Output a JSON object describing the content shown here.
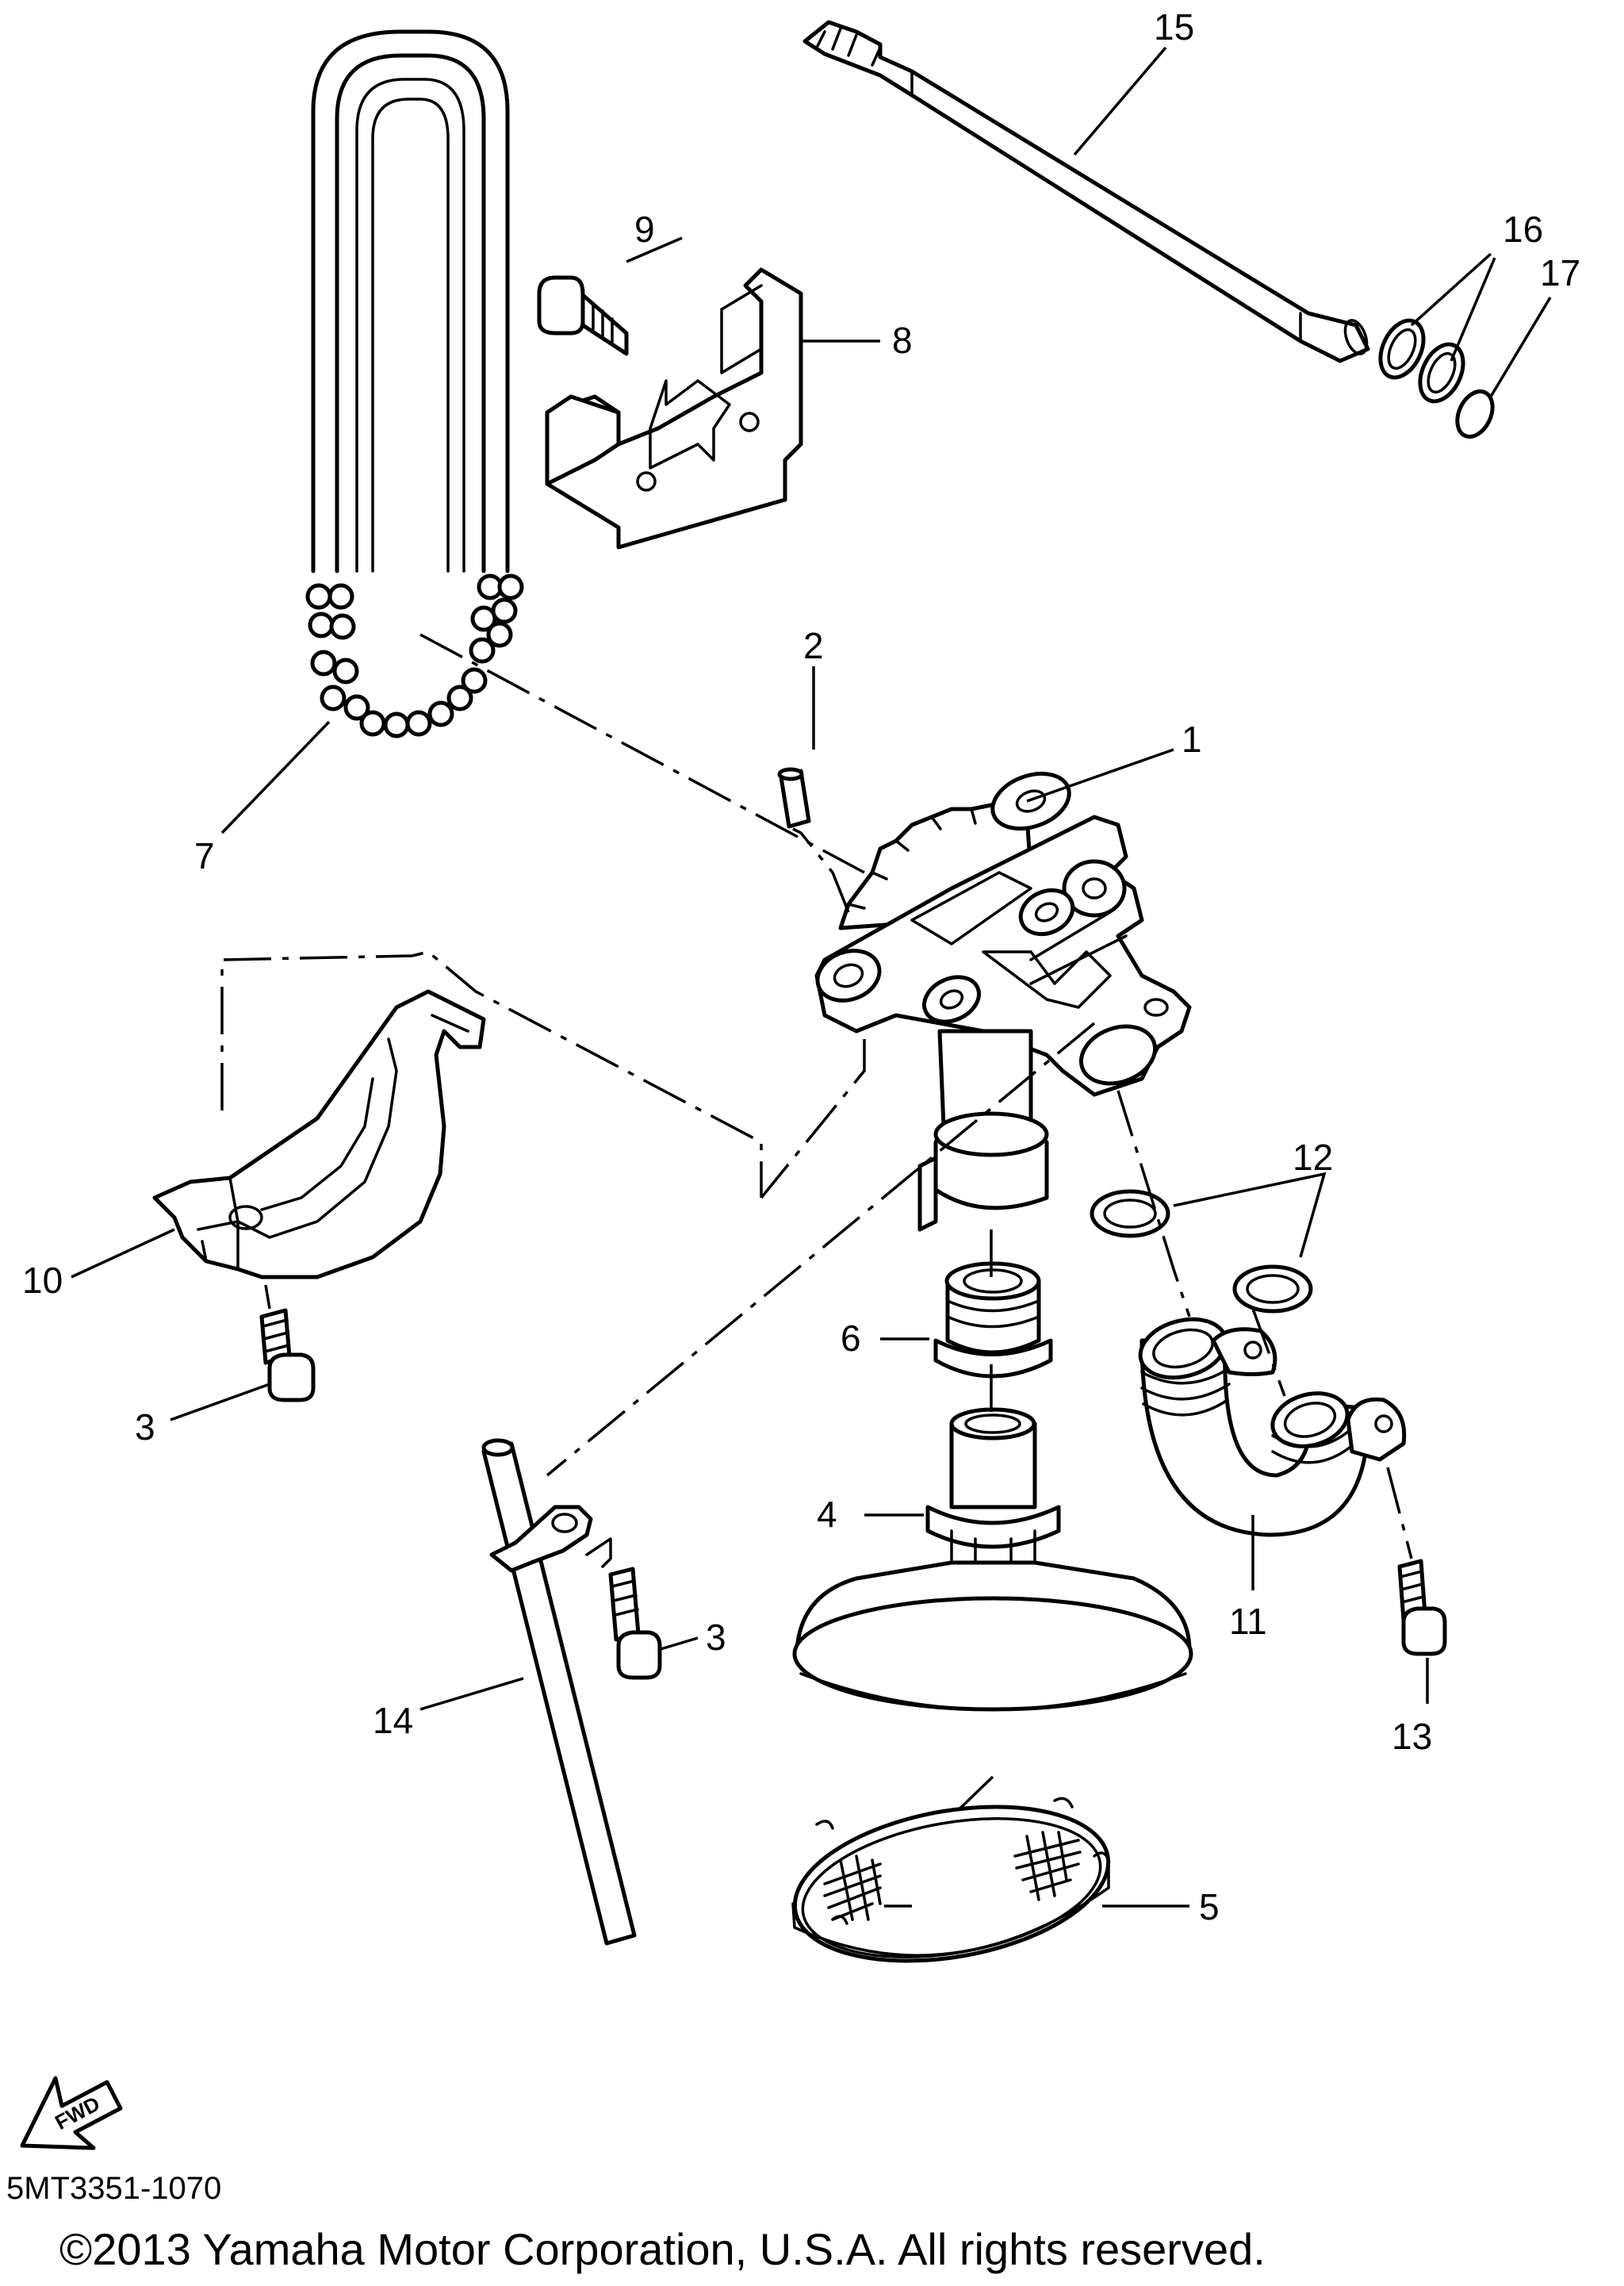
{
  "diagram": {
    "part_code": "5MT3351-1070",
    "copyright": "©2013 Yamaha Motor Corporation, U.S.A. All rights reserved.",
    "direction_label": "FWD",
    "callouts": {
      "c1": "1",
      "c2": "2",
      "c3a": "3",
      "c3b": "3",
      "c4": "4",
      "c5": "5",
      "c6": "6",
      "c7": "7",
      "c8": "8",
      "c9": "9",
      "c10": "10",
      "c11": "11",
      "c12": "12",
      "c13": "13",
      "c14": "14",
      "c15": "15",
      "c16": "16",
      "c17": "17"
    }
  }
}
